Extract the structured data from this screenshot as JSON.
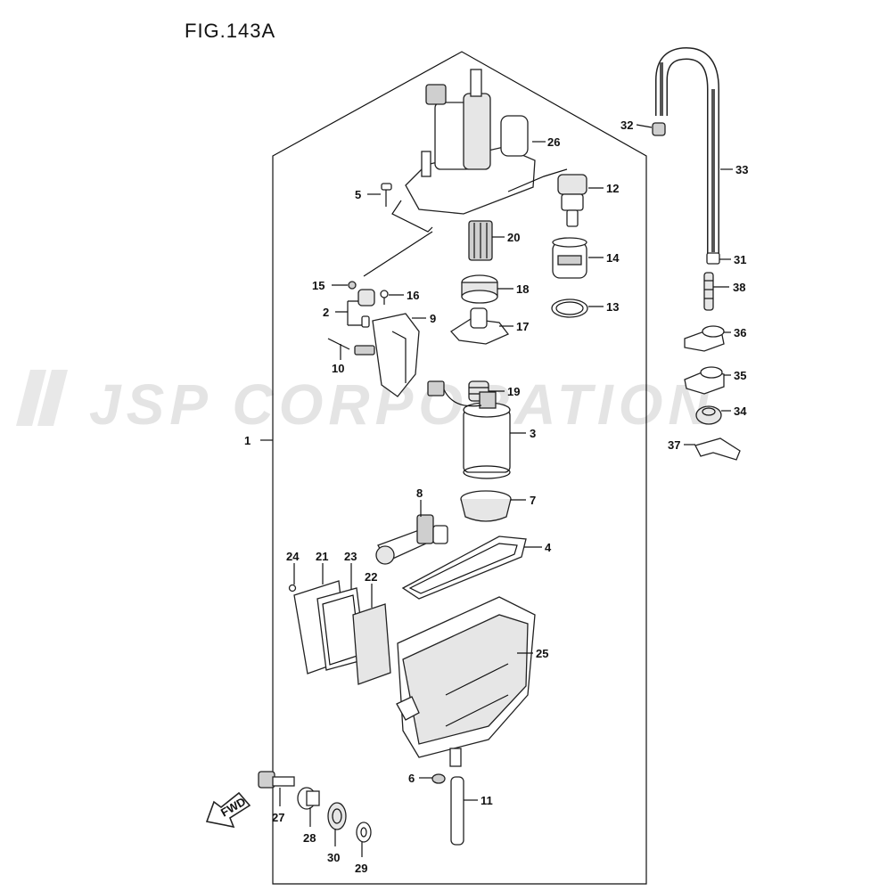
{
  "figure": {
    "title": "FIG.143A"
  },
  "watermark": {
    "text": "JSP CORPORATION"
  },
  "direction_badge": {
    "label": "FWD"
  },
  "callouts": {
    "c1": "1",
    "c2": "2",
    "c3": "3",
    "c4": "4",
    "c5": "5",
    "c6": "6",
    "c7": "7",
    "c8": "8",
    "c9": "9",
    "c10": "10",
    "c11": "11",
    "c12": "12",
    "c13": "13",
    "c14": "14",
    "c15": "15",
    "c16": "16",
    "c17": "17",
    "c18": "18",
    "c19": "19",
    "c20": "20",
    "c21": "21",
    "c22": "22",
    "c23": "23",
    "c24": "24",
    "c25": "25",
    "c26": "26",
    "c27": "27",
    "c28": "28",
    "c29": "29",
    "c30": "30",
    "c31": "31",
    "c32": "32",
    "c33": "33",
    "c34": "34",
    "c35": "35",
    "c36": "36",
    "c37": "37",
    "c38": "38"
  }
}
